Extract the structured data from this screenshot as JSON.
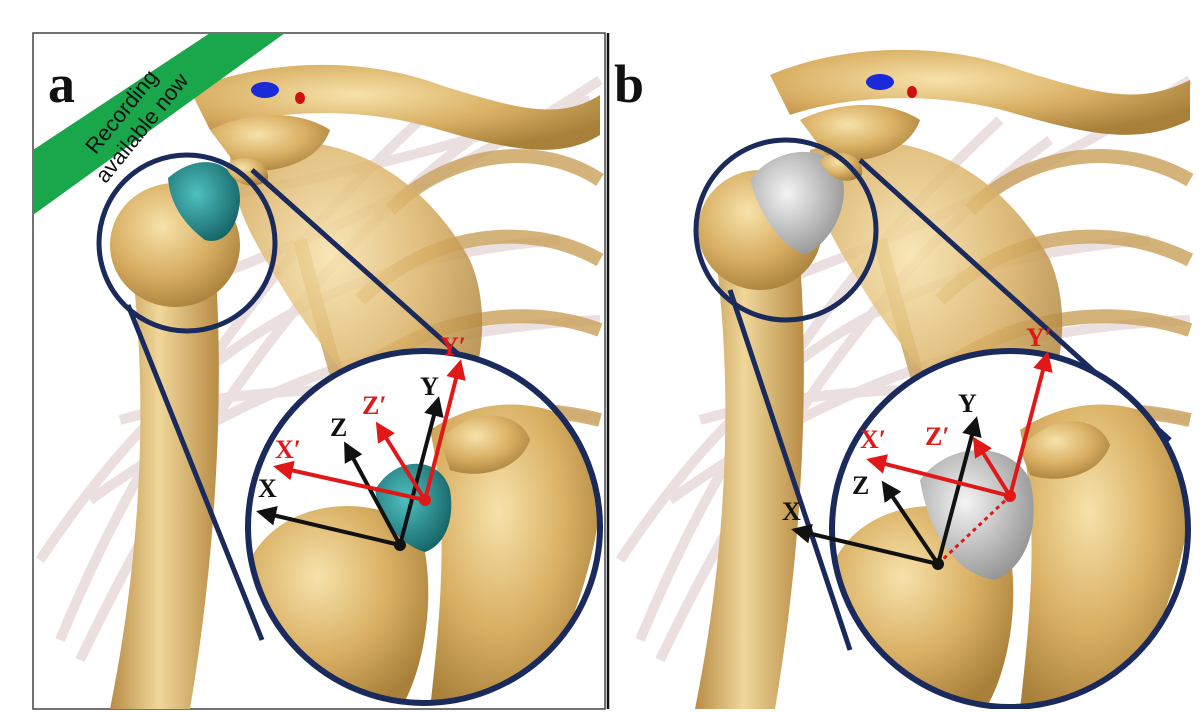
{
  "banner": {
    "line1": "Recording",
    "line2": "available now",
    "color": "#1aa64a"
  },
  "panels": [
    {
      "letter": "a",
      "implant_color": "#1f8d8d",
      "black_axes": [
        "X",
        "Y",
        "Z"
      ],
      "red_axes": [
        "X′",
        "Y′",
        "Z′"
      ]
    },
    {
      "letter": "b",
      "implant_color": "#c8c8c8",
      "black_axes": [
        "X",
        "Y",
        "Z"
      ],
      "red_axes": [
        "X′",
        "Y′",
        "Z′"
      ]
    }
  ],
  "colors": {
    "bone": "#d9b064",
    "bone_light": "#f4dca0",
    "bone_dark": "#a9803a",
    "ring": "#1a2a5c",
    "axis_black": "#111111",
    "axis_red": "#e01818",
    "muscle": "#c9a6a6"
  }
}
